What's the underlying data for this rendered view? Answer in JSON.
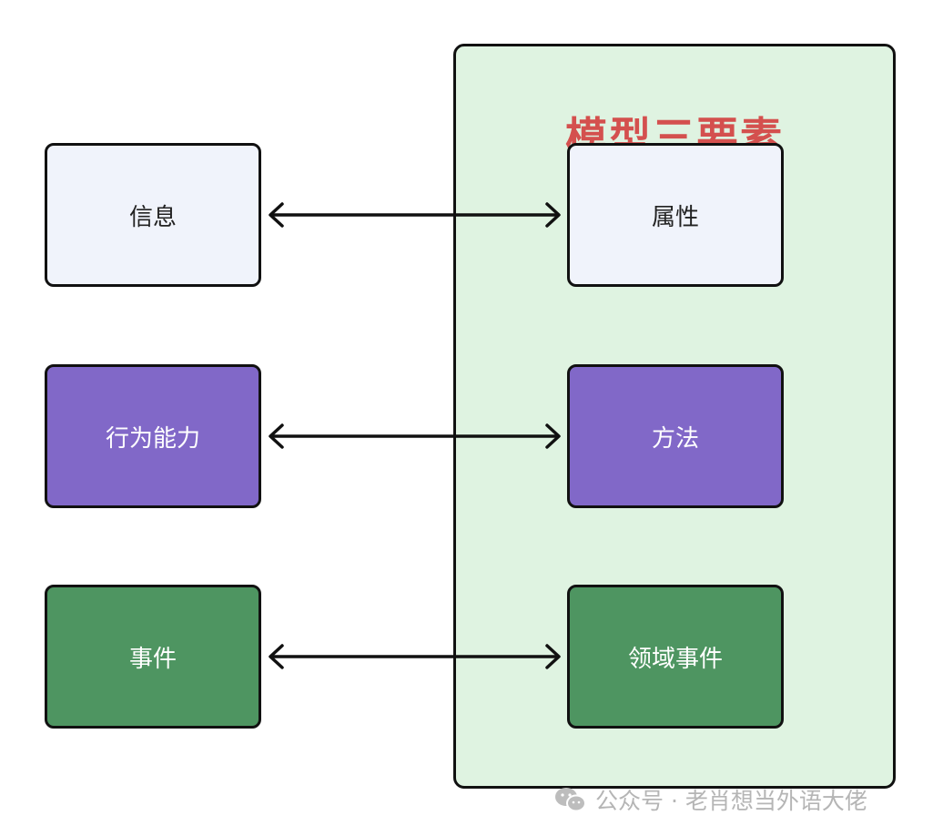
{
  "group": {
    "title": "模型三要素"
  },
  "nodes": {
    "info": "信息",
    "behavior": "行为能力",
    "event": "事件",
    "attribute": "属性",
    "method": "方法",
    "domain_event": "领域事件"
  },
  "watermark": {
    "text": "公众号 · 老肖想当外语大佬"
  },
  "colors": {
    "group_fill": "#dff3e1",
    "title": "#d4504e",
    "light_fill": "#f0f3fb",
    "purple_fill": "#8168c8",
    "green_fill": "#4e9561"
  }
}
